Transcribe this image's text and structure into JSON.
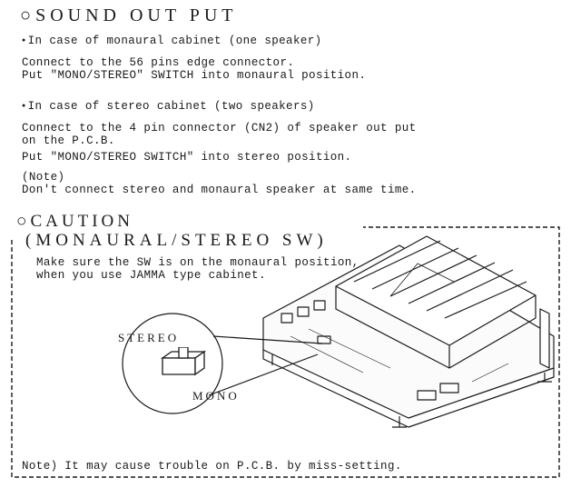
{
  "sound": {
    "title": "○SOUND  OUT  PUT",
    "mono_heading": "In case of monaural cabinet (one speaker)",
    "mono_line1": "Connect to the 56 pins edge connector.",
    "mono_line2": "Put \"MONO/STEREO\" SWITCH into monaural position.",
    "stereo_heading": "In case of stereo cabinet (two speakers)",
    "stereo_line1": "Connect to the 4 pin connector (CN2) of speaker out put",
    "stereo_line2": "on the P.C.B.",
    "stereo_line3": "Put \"MONO/STEREO SWITCH\" into stereo position.",
    "note_label": "(Note)",
    "note_text": "Don't connect stereo and monaural speaker at same time."
  },
  "caution": {
    "title": "○CAUTION",
    "subtitle": "(MONAURAL/STEREO  SW)",
    "line1": "Make sure the SW is on the monaural position,",
    "line2": "when you use JAMMA type cabinet.",
    "stereo_label": "STEREO",
    "mono_label": "MONO",
    "footer_note": "Note) It may cause trouble on P.C.B. by miss-setting."
  },
  "colors": {
    "ink": "#1a1a1a",
    "paper": "#ffffff"
  }
}
